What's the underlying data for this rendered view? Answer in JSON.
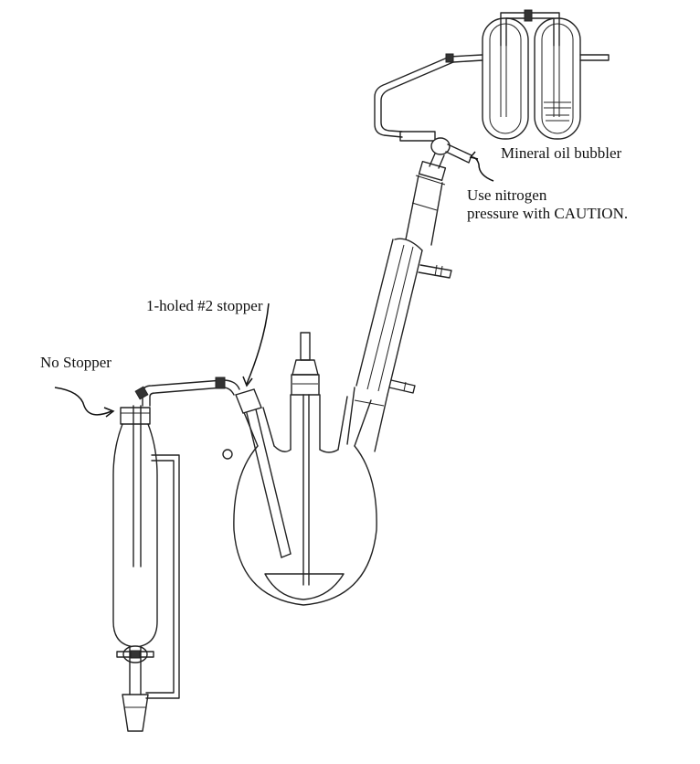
{
  "labels": {
    "bubbler": "Mineral oil bubbler",
    "caution_line1": "Use nitrogen",
    "caution_line2": "pressure with CAUTION.",
    "stopper": "1-holed #2 stopper",
    "no_stopper": "No Stopper"
  }
}
